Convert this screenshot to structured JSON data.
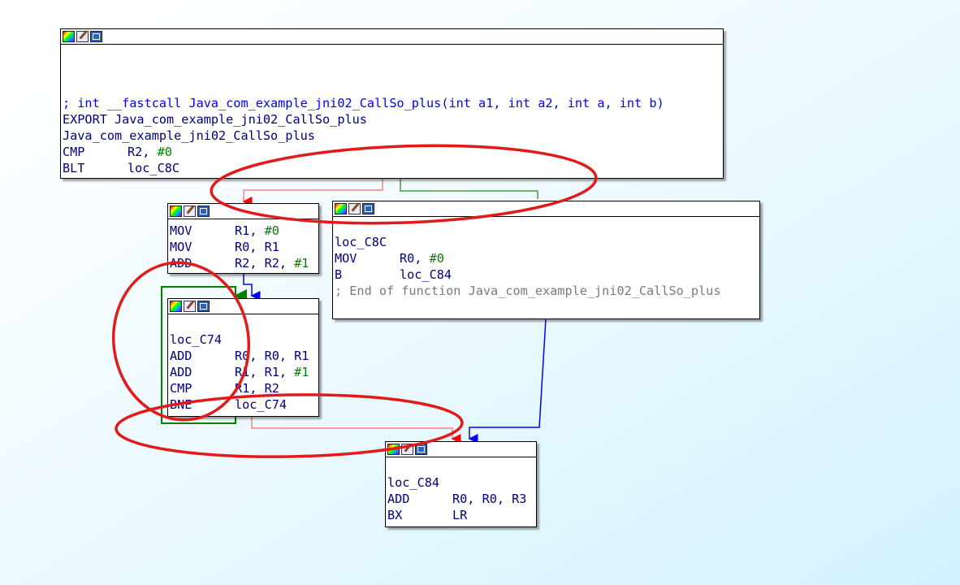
{
  "graph": {
    "header": {
      "comment": "; int __fastcall Java_com_example_jni02_CallSo_plus(int a1, int a2, int a, int b)",
      "export": "EXPORT Java_com_example_jni02_CallSo_plus",
      "label": "Java_com_example_jni02_CallSo_plus",
      "instructions": [
        {
          "mnemonic": "CMP",
          "ops": "R2, ",
          "imm": "#0"
        },
        {
          "mnemonic": "BLT",
          "ops": "loc_C8C",
          "imm": ""
        }
      ]
    },
    "block_init": {
      "instructions": [
        {
          "mnemonic": "MOV",
          "ops": "R1, ",
          "imm": "#0"
        },
        {
          "mnemonic": "MOV",
          "ops": "R0, R1",
          "imm": ""
        },
        {
          "mnemonic": "ADD",
          "ops": "R2, R2, ",
          "imm": "#1"
        }
      ]
    },
    "block_c8c": {
      "label": "loc_C8C",
      "instructions": [
        {
          "mnemonic": "MOV",
          "ops": "R0, ",
          "imm": "#0"
        },
        {
          "mnemonic": "B",
          "ops": "loc_C84",
          "imm": ""
        }
      ],
      "end_comment": "; End of function Java_com_example_jni02_CallSo_plus"
    },
    "block_c74": {
      "label": "loc_C74",
      "instructions": [
        {
          "mnemonic": "ADD",
          "ops": "R0, R0, R1",
          "imm": ""
        },
        {
          "mnemonic": "ADD",
          "ops": "R1, R1, ",
          "imm": "#1"
        },
        {
          "mnemonic": "CMP",
          "ops": "R1, R2",
          "imm": ""
        },
        {
          "mnemonic": "BNE",
          "ops": "loc_C74",
          "imm": ""
        }
      ]
    },
    "block_c84": {
      "label": "loc_C84",
      "instructions": [
        {
          "mnemonic": "ADD",
          "ops": "R0, R0, R3",
          "imm": ""
        },
        {
          "mnemonic": "BX",
          "ops": "LR",
          "imm": ""
        }
      ]
    }
  },
  "icons": [
    "color-palette-icon",
    "rename-icon",
    "graph-view-icon"
  ],
  "colors": {
    "code": "#000080",
    "immediate": "#008000",
    "comment": "#7a7a7a",
    "edge_true": "#008000",
    "edge_false": "#ff0000",
    "edge_jump": "#0000ff",
    "annotation": "#e11a1a"
  }
}
